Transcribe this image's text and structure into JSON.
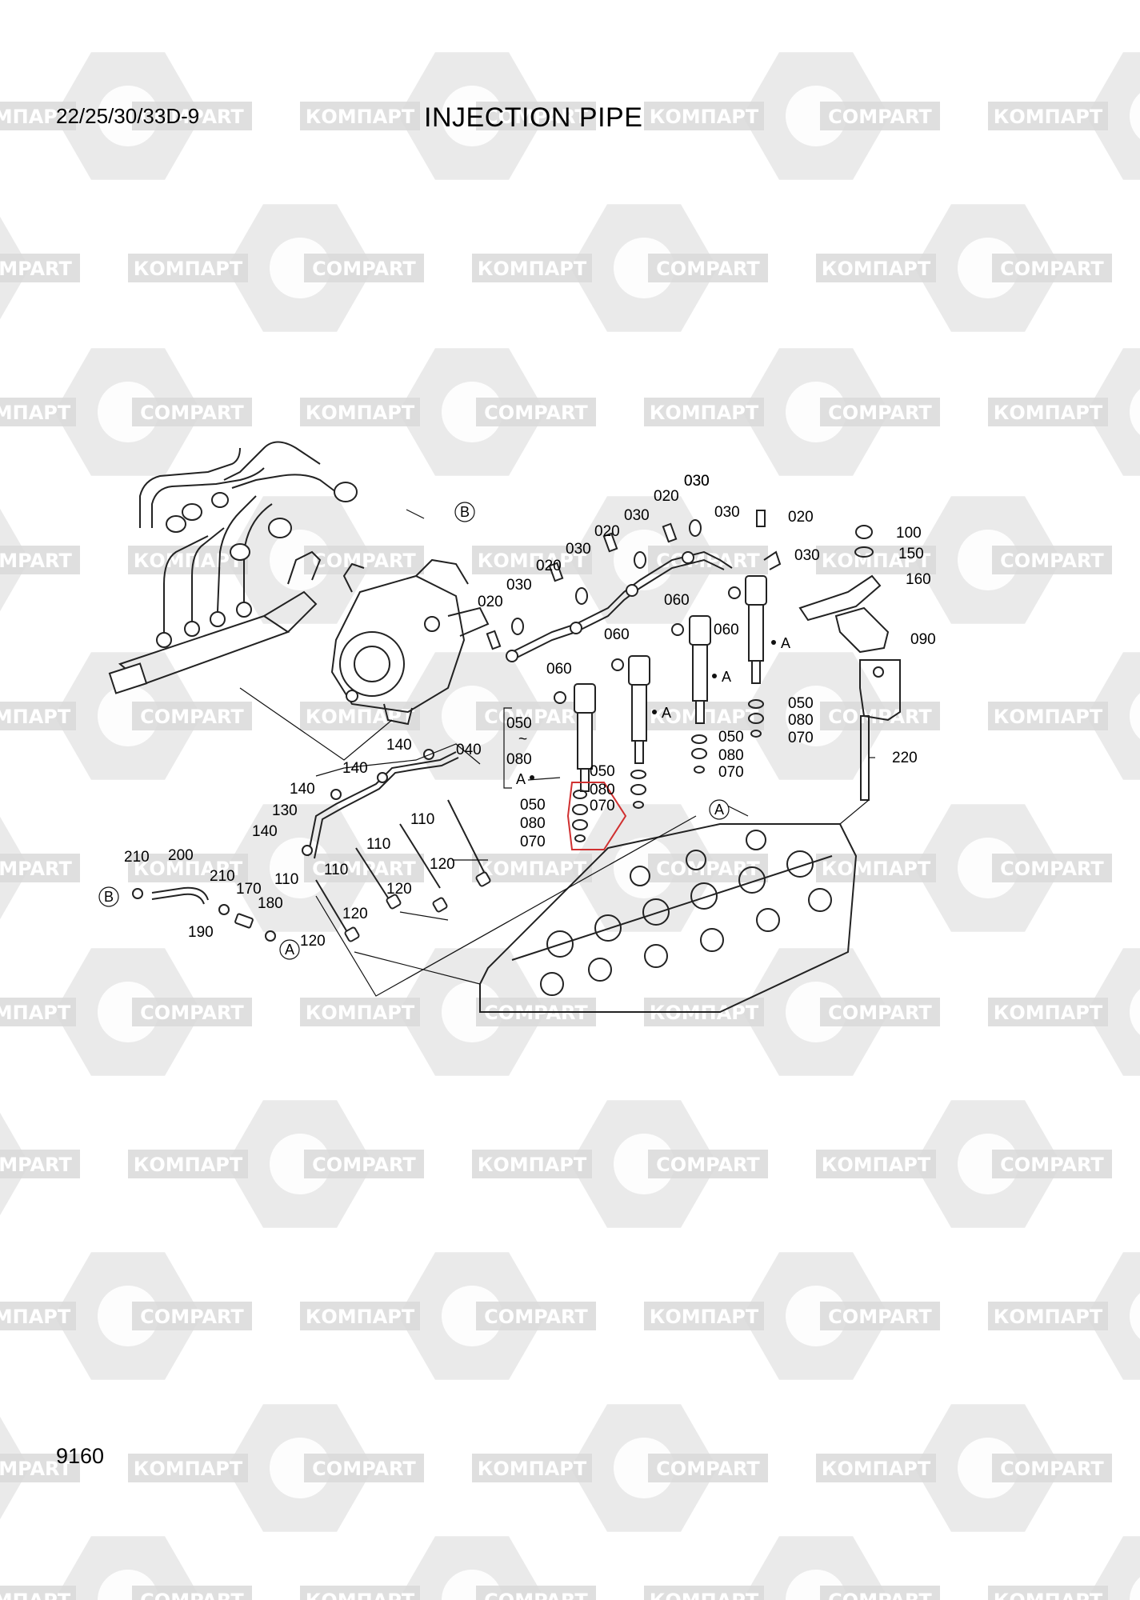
{
  "header": {
    "model_code": "22/25/30/33D-9",
    "title": "INJECTION PIPE"
  },
  "footer": {
    "page_number": "9160"
  },
  "watermark": {
    "text_ru": "КОМПАРТ",
    "text_en": "COMPART",
    "color": "#d9d9d9"
  },
  "highlight_color": "#d03030",
  "callouts": {
    "c020": "020",
    "c030": "030",
    "c040": "040",
    "c050": "050",
    "c060": "060",
    "c070": "070",
    "c080": "080",
    "c090": "090",
    "c100": "100",
    "c110": "110",
    "c120": "120",
    "c130": "130",
    "c140": "140",
    "c150": "150",
    "c160": "160",
    "c170": "170",
    "c180": "180",
    "c190": "190",
    "c200": "200",
    "c210": "210",
    "c220": "220",
    "range_sep": "~",
    "ref_a": "A",
    "ref_b": "B"
  }
}
